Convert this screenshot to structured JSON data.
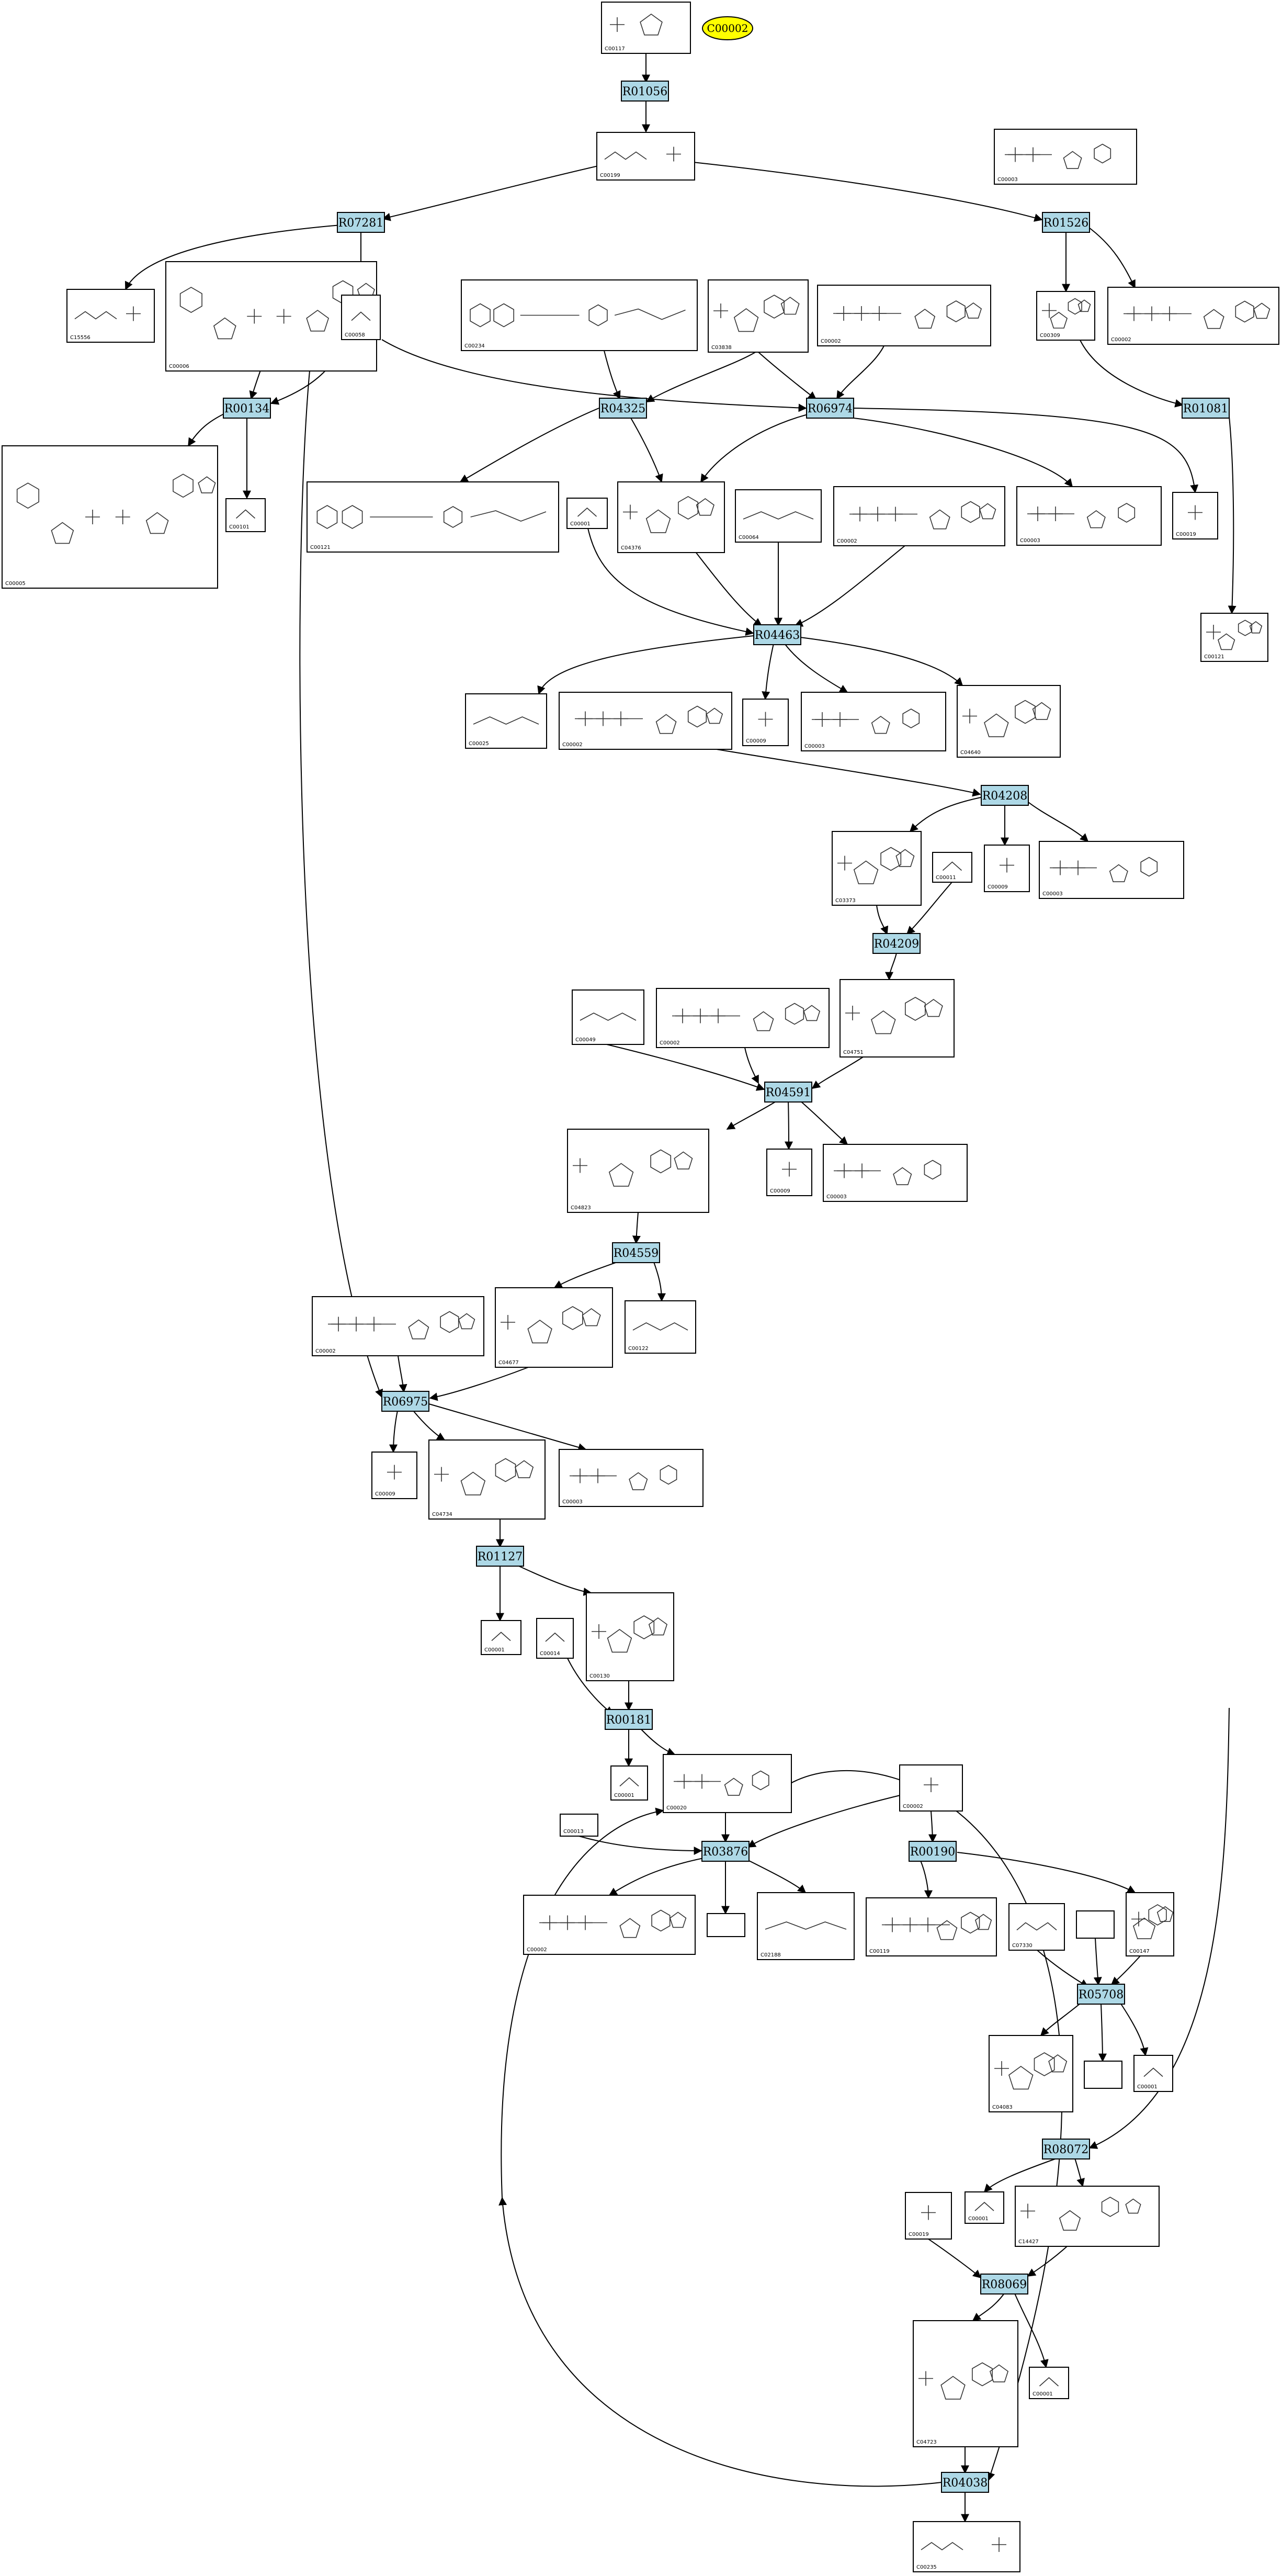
{
  "highlight": {
    "label": "C00002"
  },
  "reactions": [
    "R01056",
    "R07281",
    "R01526",
    "R00134",
    "R04325",
    "R06974",
    "R01081",
    "R04463",
    "R04208",
    "R04209",
    "R04591",
    "R04559",
    "R06975",
    "R01127",
    "R00181",
    "R03876",
    "R00190",
    "R05708",
    "R08072",
    "R08069",
    "R04038"
  ],
  "compounds": {
    "c_top": "C00117",
    "c_ribulose": "C00199",
    "c_adp_top": "C00003",
    "c_hydroxy": "C15556",
    "c_cbig": "C00006",
    "c_formyl": "C00058",
    "c_thf": "C00234",
    "c_c03838": "C03838",
    "c_atp1": "C00002",
    "c_ribose": "C00309",
    "c_atp_right": "C00002",
    "c_co2a": "C00011",
    "c_nadph": "C00005",
    "c_thfsmall": "C00101",
    "c_water1": "C00001",
    "c_fgam": "C04376",
    "c_gln": "C00064",
    "c_atp2": "C00002",
    "c_adp2": "C00003",
    "c_pi1": "C00019",
    "c_c00121": "C00121",
    "c_fumarate": "C00025",
    "c_atp3": "C00002",
    "c_pi2": "C00009",
    "c_adp3": "C00003",
    "c_fgam2": "C04640",
    "c_air": "C03373",
    "c_co2b": "C00011",
    "c_pi3": "C00009",
    "c_adp4": "C00003",
    "c_asp": "C00049",
    "c_atp4": "C00002",
    "c_cair": "C04751",
    "c_saicar": "C04823",
    "c_pi4": "C00009",
    "c_adp5": "C00003",
    "c_atp5": "C00002",
    "c_aicar": "C04677",
    "c_fum2": "C00122",
    "c_pi5": "C00009",
    "c_faicar": "C04734",
    "c_adp6": "C00003",
    "c_water2": "C00001",
    "c_imp": "C00130",
    "c_nh3": "C00014",
    "c_water3": "C00001",
    "c_amp": "C00020",
    "c_ppi": "C00013",
    "c_atp6": "C00002",
    "c_c02188": "C02188",
    "c_adp7": "C00119",
    "c_c07330": "C07330",
    "c_adenine": "C00147",
    "c_c04083": "C04083",
    "c_water4": "C00001",
    "c_water5": "C00001",
    "c_c14427": "C14427",
    "c_pi6": "C00019",
    "c_c04723": "C04723",
    "c_water6": "C00001",
    "c_final": "C00235"
  },
  "colors": {
    "reaction_fill": "#add8e6",
    "highlight_fill": "#ffff00",
    "stroke": "#000000"
  }
}
